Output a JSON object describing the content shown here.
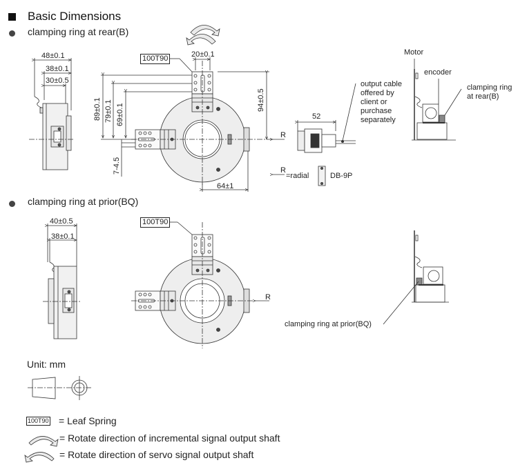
{
  "title": "Basic Dimensions",
  "sections": [
    {
      "heading": "clamping ring at rear(B)",
      "side_view_dims": [
        "48±0.1",
        "38±0.1",
        "30±0.5"
      ],
      "front_view": {
        "leaf_spring_label": "100T90",
        "dims": {
          "top_width": "20±0.1",
          "height_89": "89±0.1",
          "height_79": "79±0.1",
          "height_69": "69±0.1",
          "slot": "7-4.5",
          "height_94": "94±0.5",
          "width_64": "64±1"
        },
        "radial_marker": "R"
      },
      "connector": {
        "length": "52",
        "cable_note": [
          "output cable",
          "offered by",
          "client or",
          "purchase",
          "separately"
        ],
        "radial_marker": "R",
        "radial_note": "=radial",
        "connector_type": "DB-9P"
      },
      "installation": {
        "motor_label": "Motor",
        "encoder_label": "encoder",
        "clamp_label": [
          "clamping ring",
          "at rear(B)"
        ]
      }
    },
    {
      "heading": "clamping ring at prior(BQ)",
      "side_view_dims": [
        "40±0.5",
        "38±0.1"
      ],
      "front_view": {
        "leaf_spring_label": "100T90",
        "radial_marker": "R"
      },
      "installation": {
        "clamp_label": "clamping ring at prior(BQ)"
      }
    }
  ],
  "unit": "Unit: mm",
  "legend": [
    {
      "symbol": "100T90",
      "icon": "leaf-spring-box",
      "text": "= Leaf Spring"
    },
    {
      "icon": "clockwise-arrow-icon",
      "text": "= Rotate direction of incremental signal output shaft"
    },
    {
      "icon": "counterclockwise-arrow-icon",
      "text": "= Rotate direction of servo signal output shaft"
    }
  ]
}
